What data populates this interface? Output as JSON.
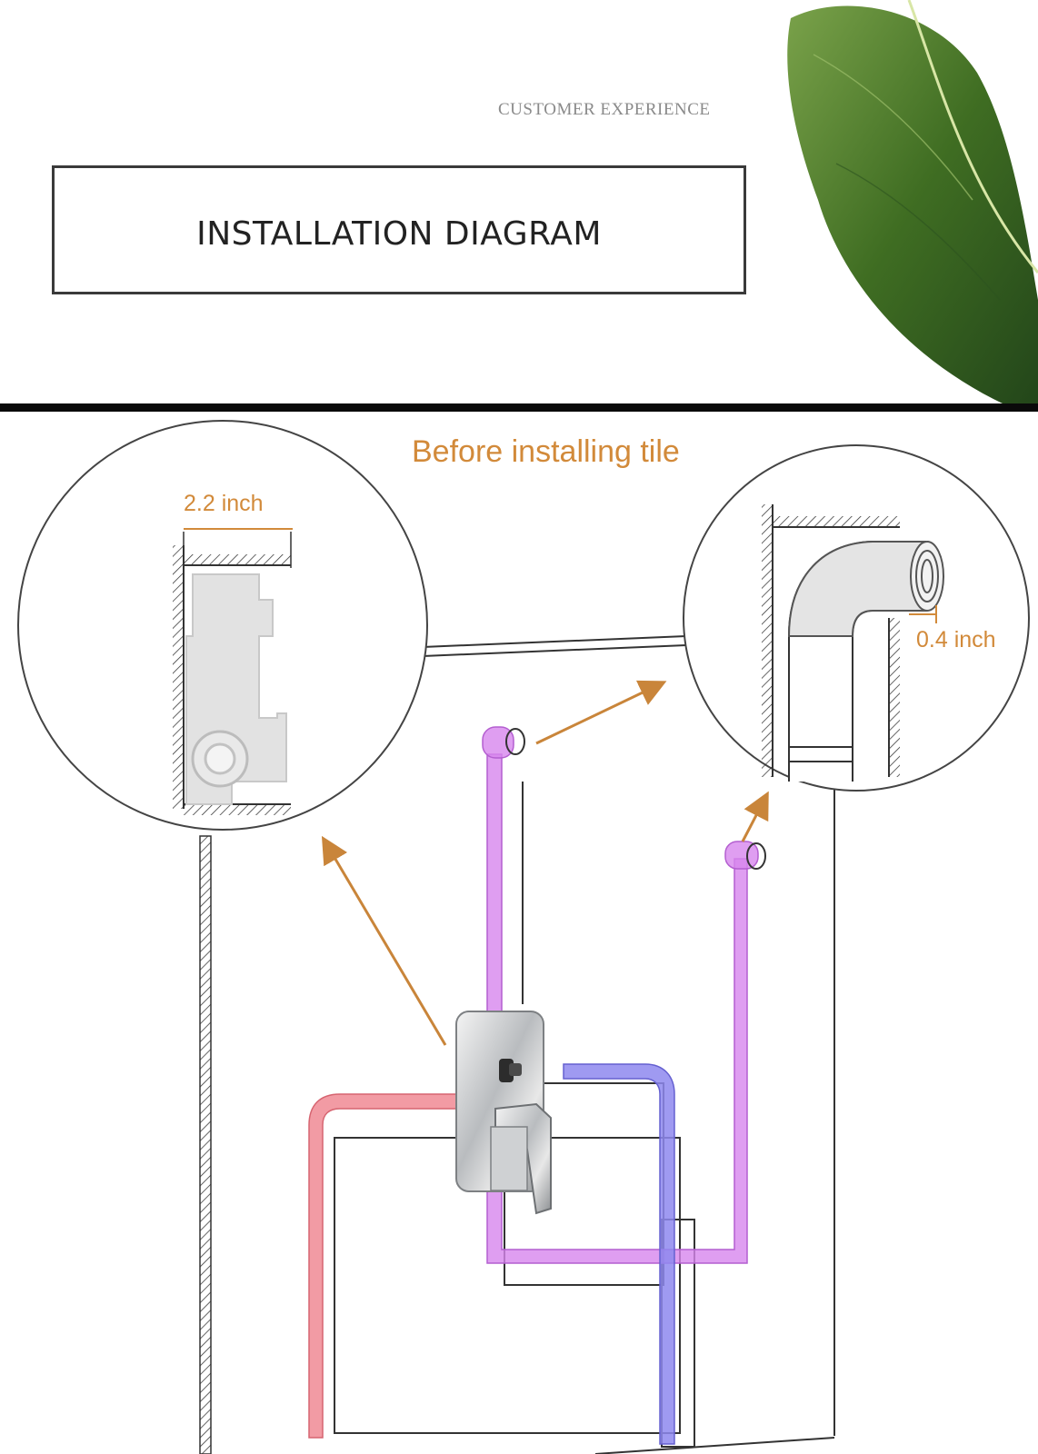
{
  "header": {
    "tagline": "CUSTOMER EXPERIENCE",
    "title": "INSTALLATION DIAGRAM"
  },
  "diagram": {
    "caption": "Before installing tile",
    "left_detail_dimension": "2.2 inch",
    "right_detail_dimension": "0.4 inch"
  },
  "colors": {
    "accent_orange": "#d28a3a",
    "hot_pipe": "#f08a94",
    "cold_pipe": "#8e88ee",
    "outlet_pipe": "#d786ee",
    "leaf_green": "#4d7a2a"
  },
  "icons": [
    "leaf-decoration",
    "valve-body",
    "diverter-handle",
    "pipe-elbow"
  ]
}
